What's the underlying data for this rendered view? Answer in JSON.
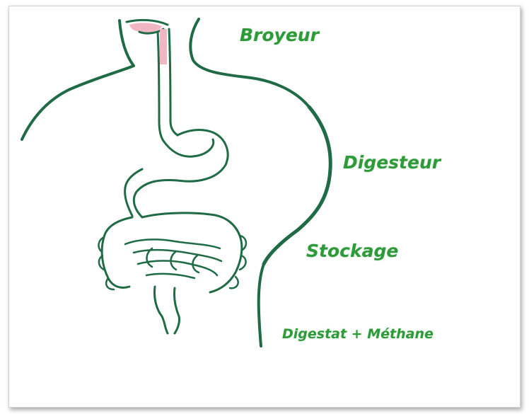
{
  "labels": {
    "broyeur": "Broyeur",
    "digesteur": "Digesteur",
    "stockage": "Stockage",
    "digestat": "Digestat + Méthane"
  },
  "colors": {
    "line": "#1f6b45",
    "label": "#2e9a3a",
    "mouth": "#f0b6c2"
  }
}
